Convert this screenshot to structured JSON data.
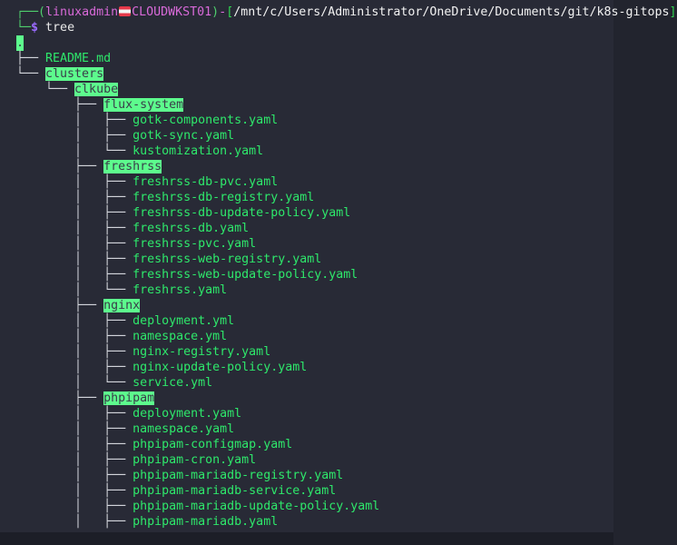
{
  "terminal": {
    "background_color": "#282a36",
    "prompt": {
      "frame_top": "┌──",
      "frame_bottom": "└─",
      "open_paren": "(",
      "user": "linuxadmin",
      "host_icon": "flag-icon",
      "host": "CLOUDWKST01",
      "close_paren": ")",
      "separator": "-",
      "open_bracket": "[",
      "path": "/mnt/c/Users/Administrator/OneDrive/Documents/git/k8s-gitops",
      "close_bracket": "]",
      "dollar": "$",
      "command": "tree"
    },
    "tree": {
      "root_label": ".",
      "rows": [
        {
          "prefix": "├── ",
          "label": "README.md",
          "type": "file"
        },
        {
          "prefix": "└── ",
          "label": "clusters",
          "type": "dir"
        },
        {
          "prefix": "    └── ",
          "label": "clkube",
          "type": "dir"
        },
        {
          "prefix": "        ├── ",
          "label": "flux-system",
          "type": "dir"
        },
        {
          "prefix": "        │   ├── ",
          "label": "gotk-components.yaml",
          "type": "file"
        },
        {
          "prefix": "        │   ├── ",
          "label": "gotk-sync.yaml",
          "type": "file"
        },
        {
          "prefix": "        │   └── ",
          "label": "kustomization.yaml",
          "type": "file"
        },
        {
          "prefix": "        ├── ",
          "label": "freshrss",
          "type": "dir"
        },
        {
          "prefix": "        │   ├── ",
          "label": "freshrss-db-pvc.yaml",
          "type": "file"
        },
        {
          "prefix": "        │   ├── ",
          "label": "freshrss-db-registry.yaml",
          "type": "file"
        },
        {
          "prefix": "        │   ├── ",
          "label": "freshrss-db-update-policy.yaml",
          "type": "file"
        },
        {
          "prefix": "        │   ├── ",
          "label": "freshrss-db.yaml",
          "type": "file"
        },
        {
          "prefix": "        │   ├── ",
          "label": "freshrss-pvc.yaml",
          "type": "file"
        },
        {
          "prefix": "        │   ├── ",
          "label": "freshrss-web-registry.yaml",
          "type": "file"
        },
        {
          "prefix": "        │   ├── ",
          "label": "freshrss-web-update-policy.yaml",
          "type": "file"
        },
        {
          "prefix": "        │   └── ",
          "label": "freshrss.yaml",
          "type": "file"
        },
        {
          "prefix": "        ├── ",
          "label": "nginx",
          "type": "dir"
        },
        {
          "prefix": "        │   ├── ",
          "label": "deployment.yml",
          "type": "file"
        },
        {
          "prefix": "        │   ├── ",
          "label": "namespace.yml",
          "type": "file"
        },
        {
          "prefix": "        │   ├── ",
          "label": "nginx-registry.yaml",
          "type": "file"
        },
        {
          "prefix": "        │   ├── ",
          "label": "nginx-update-policy.yaml",
          "type": "file"
        },
        {
          "prefix": "        │   └── ",
          "label": "service.yml",
          "type": "file"
        },
        {
          "prefix": "        ├── ",
          "label": "phpipam",
          "type": "dir"
        },
        {
          "prefix": "        │   ├── ",
          "label": "deployment.yaml",
          "type": "file"
        },
        {
          "prefix": "        │   ├── ",
          "label": "namespace.yaml",
          "type": "file"
        },
        {
          "prefix": "        │   ├── ",
          "label": "phpipam-configmap.yaml",
          "type": "file"
        },
        {
          "prefix": "        │   ├── ",
          "label": "phpipam-cron.yaml",
          "type": "file"
        },
        {
          "prefix": "        │   ├── ",
          "label": "phpipam-mariadb-registry.yaml",
          "type": "file"
        },
        {
          "prefix": "        │   ├── ",
          "label": "phpipam-mariadb-service.yaml",
          "type": "file"
        },
        {
          "prefix": "        │   ├── ",
          "label": "phpipam-mariadb-update-policy.yaml",
          "type": "file"
        },
        {
          "prefix": "        │   ├── ",
          "label": "phpipam-mariadb.yaml",
          "type": "file"
        }
      ]
    },
    "colors": {
      "background": "#282a36",
      "file_green": "#2ee86b",
      "dir_highlight_bg": "#5dfc8d",
      "dir_text": "#3a3d4a",
      "branch_gray": "#d5d7de",
      "prompt_magenta": "#d96ad9",
      "prompt_green": "#4fcf6d",
      "path_white": "#f2f2f2",
      "dollar_purple": "#9a6bff"
    }
  }
}
